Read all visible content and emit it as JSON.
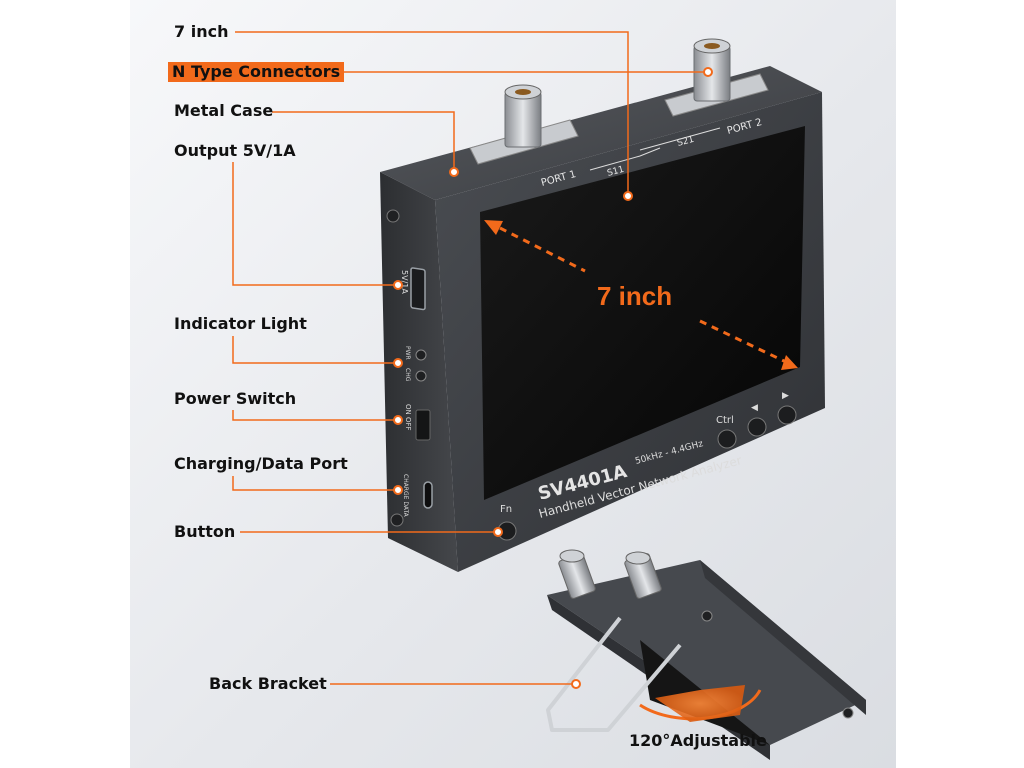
{
  "labels": {
    "screen_size": "7 inch",
    "n_type_connectors": "N Type Connectors",
    "metal_case": "Metal Case",
    "output": "Output 5V/1A",
    "indicator_light": "Indicator Light",
    "power_switch": "Power Switch",
    "charging_data_port": "Charging/Data Port",
    "button": "Button",
    "back_bracket": "Back Bracket",
    "adjustable": "120°Adjustable"
  },
  "screen_text": "7 inch",
  "device": {
    "model": "SV4401A",
    "frequency_range": "50kHz - 4.4GHz",
    "description": "Handheld Vector Network Analyzer",
    "port1": "PORT 1",
    "port2": "PORT 2",
    "s11": "S11",
    "s21": "S21",
    "usb_label": "5V/1A",
    "pwr_label": "PWR",
    "chg_label": "CHG",
    "switch_label": "ON OFF",
    "charge_label": "CHARGE DATA",
    "fn_label": "Fn",
    "ctrl_label": "Ctrl",
    "left_label": "◀",
    "right_label": "▶"
  },
  "colors": {
    "accent": "#f26a1b",
    "device_body": "#3a3c40",
    "screen": "#0c0c0c"
  }
}
